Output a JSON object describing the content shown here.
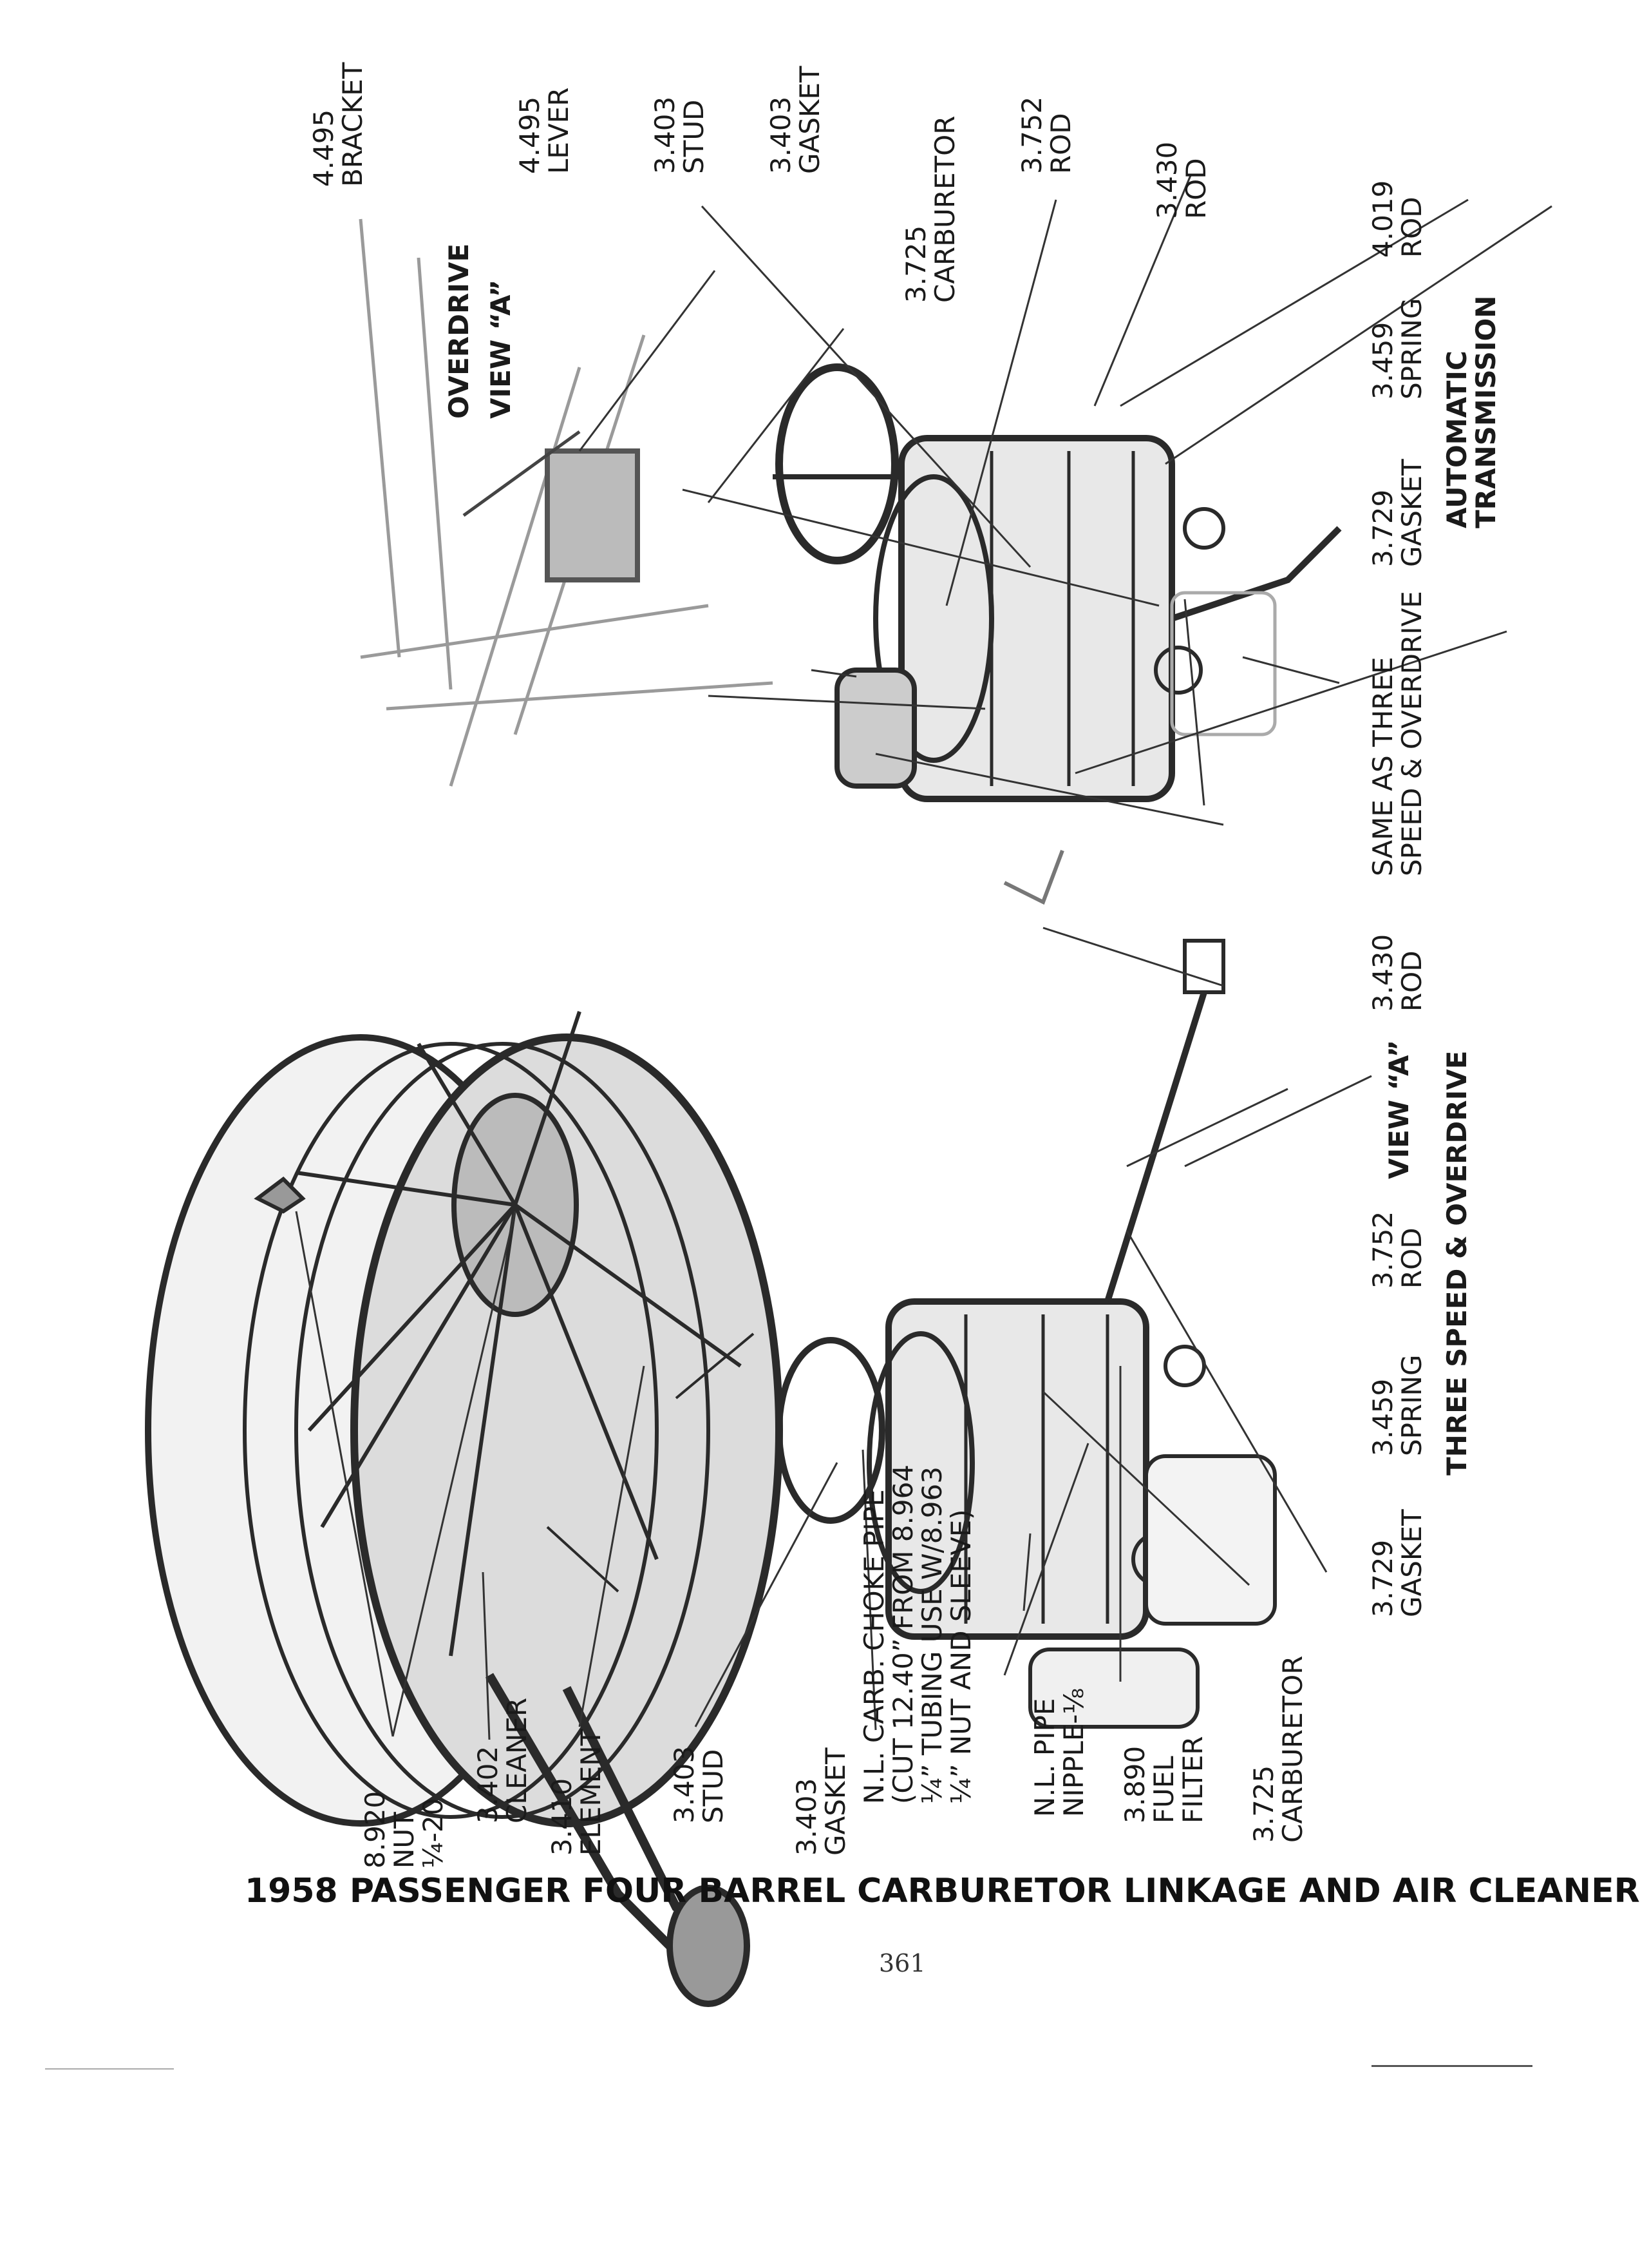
{
  "title": "1958 PASSENGER FOUR BARREL CARBURETOR LINKAGE AND AIR CLEANER",
  "page_number": "361",
  "section_labels": {
    "three_speed": "THREE SPEED & OVERDRIVE",
    "view_a": "VIEW “A”",
    "automatic_1": "AUTOMATIC",
    "automatic_2": "TRANSMISSION",
    "overdrive_1": "OVERDRIVE",
    "overdrive_2": "VIEW “A”"
  },
  "callouts": {
    "nut": [
      "8.920",
      "NUT",
      "¼-20"
    ],
    "cleaner": [
      "3.402",
      "CLEANER"
    ],
    "element": [
      "3.410",
      "ELEMENT"
    ],
    "stud_left": [
      "3.403",
      "STUD"
    ],
    "gasket_left": [
      "3.403",
      "GASKET"
    ],
    "choke_pipe": [
      "N.L. CARB. CHOKE PIPE",
      "(CUT 12.40” FROM 8.964",
      "¼” TUBING USE W/8.963",
      "¼” NUT AND SLEEVE)"
    ],
    "pipe_nipple": [
      "N.L. PIPE",
      "NIPPLE-⅛"
    ],
    "fuel_filter": [
      "3.890",
      "FUEL",
      "FILTER"
    ],
    "carburetor_left": [
      "3.725",
      "CARBURETOR"
    ],
    "gasket_carb_left": [
      "3.729",
      "GASKET"
    ],
    "spring_left": [
      "3.459",
      "SPRING"
    ],
    "rod_3752_left": [
      "3.752",
      "ROD"
    ],
    "rod_3430_left": [
      "3.430",
      "ROD"
    ],
    "same_as": [
      "SAME AS THREE",
      "SPEED & OVERDRIVE"
    ],
    "gasket_carb_right": [
      "3.729",
      "GASKET"
    ],
    "spring_right": [
      "3.459",
      "SPRING"
    ],
    "rod_4019": [
      "4.019",
      "ROD"
    ],
    "rod_3430_right": [
      "3.430",
      "ROD"
    ],
    "rod_3752_right": [
      "3.752",
      "ROD"
    ],
    "carburetor_right": [
      "3.725",
      "CARBURETOR"
    ],
    "gasket_right": [
      "3.403",
      "GASKET"
    ],
    "stud_right": [
      "3.403",
      "STUD"
    ],
    "lever": [
      "4.495",
      "LEVER"
    ],
    "bracket": [
      "4.495",
      "BRACKET"
    ]
  }
}
